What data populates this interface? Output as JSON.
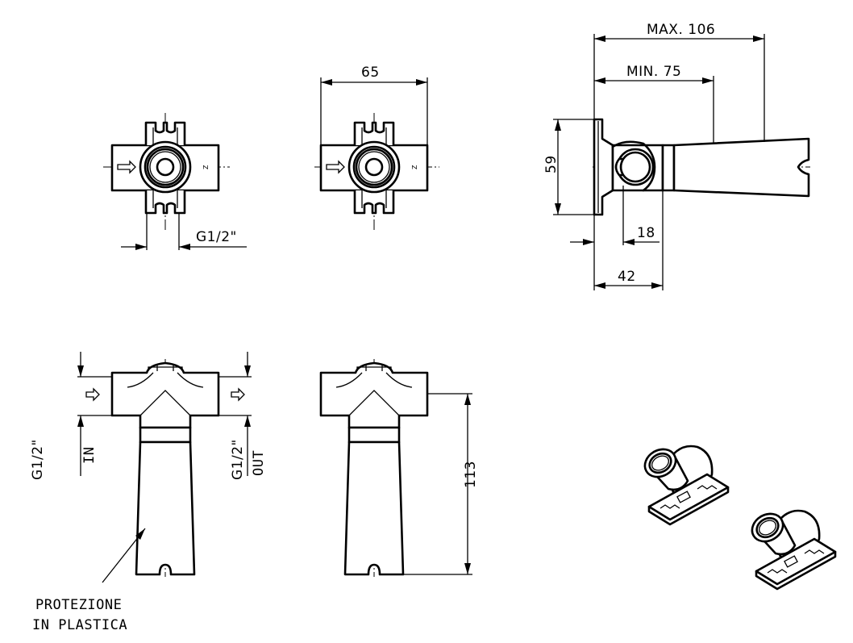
{
  "dimensions": {
    "max_depth": "MAX. 106",
    "min_depth": "MIN. 75",
    "width": "65",
    "height": "59",
    "offset": "18",
    "base_depth": "42",
    "length": "113",
    "thread": "G1/2\"",
    "thread_in": "G1/2\"",
    "thread_out": "G1/2\""
  },
  "labels": {
    "inlet": "IN",
    "outlet": "OUT",
    "protection_line1": "PROTEZIONE",
    "protection_line2": "IN PLASTICA",
    "marking": "Z"
  }
}
